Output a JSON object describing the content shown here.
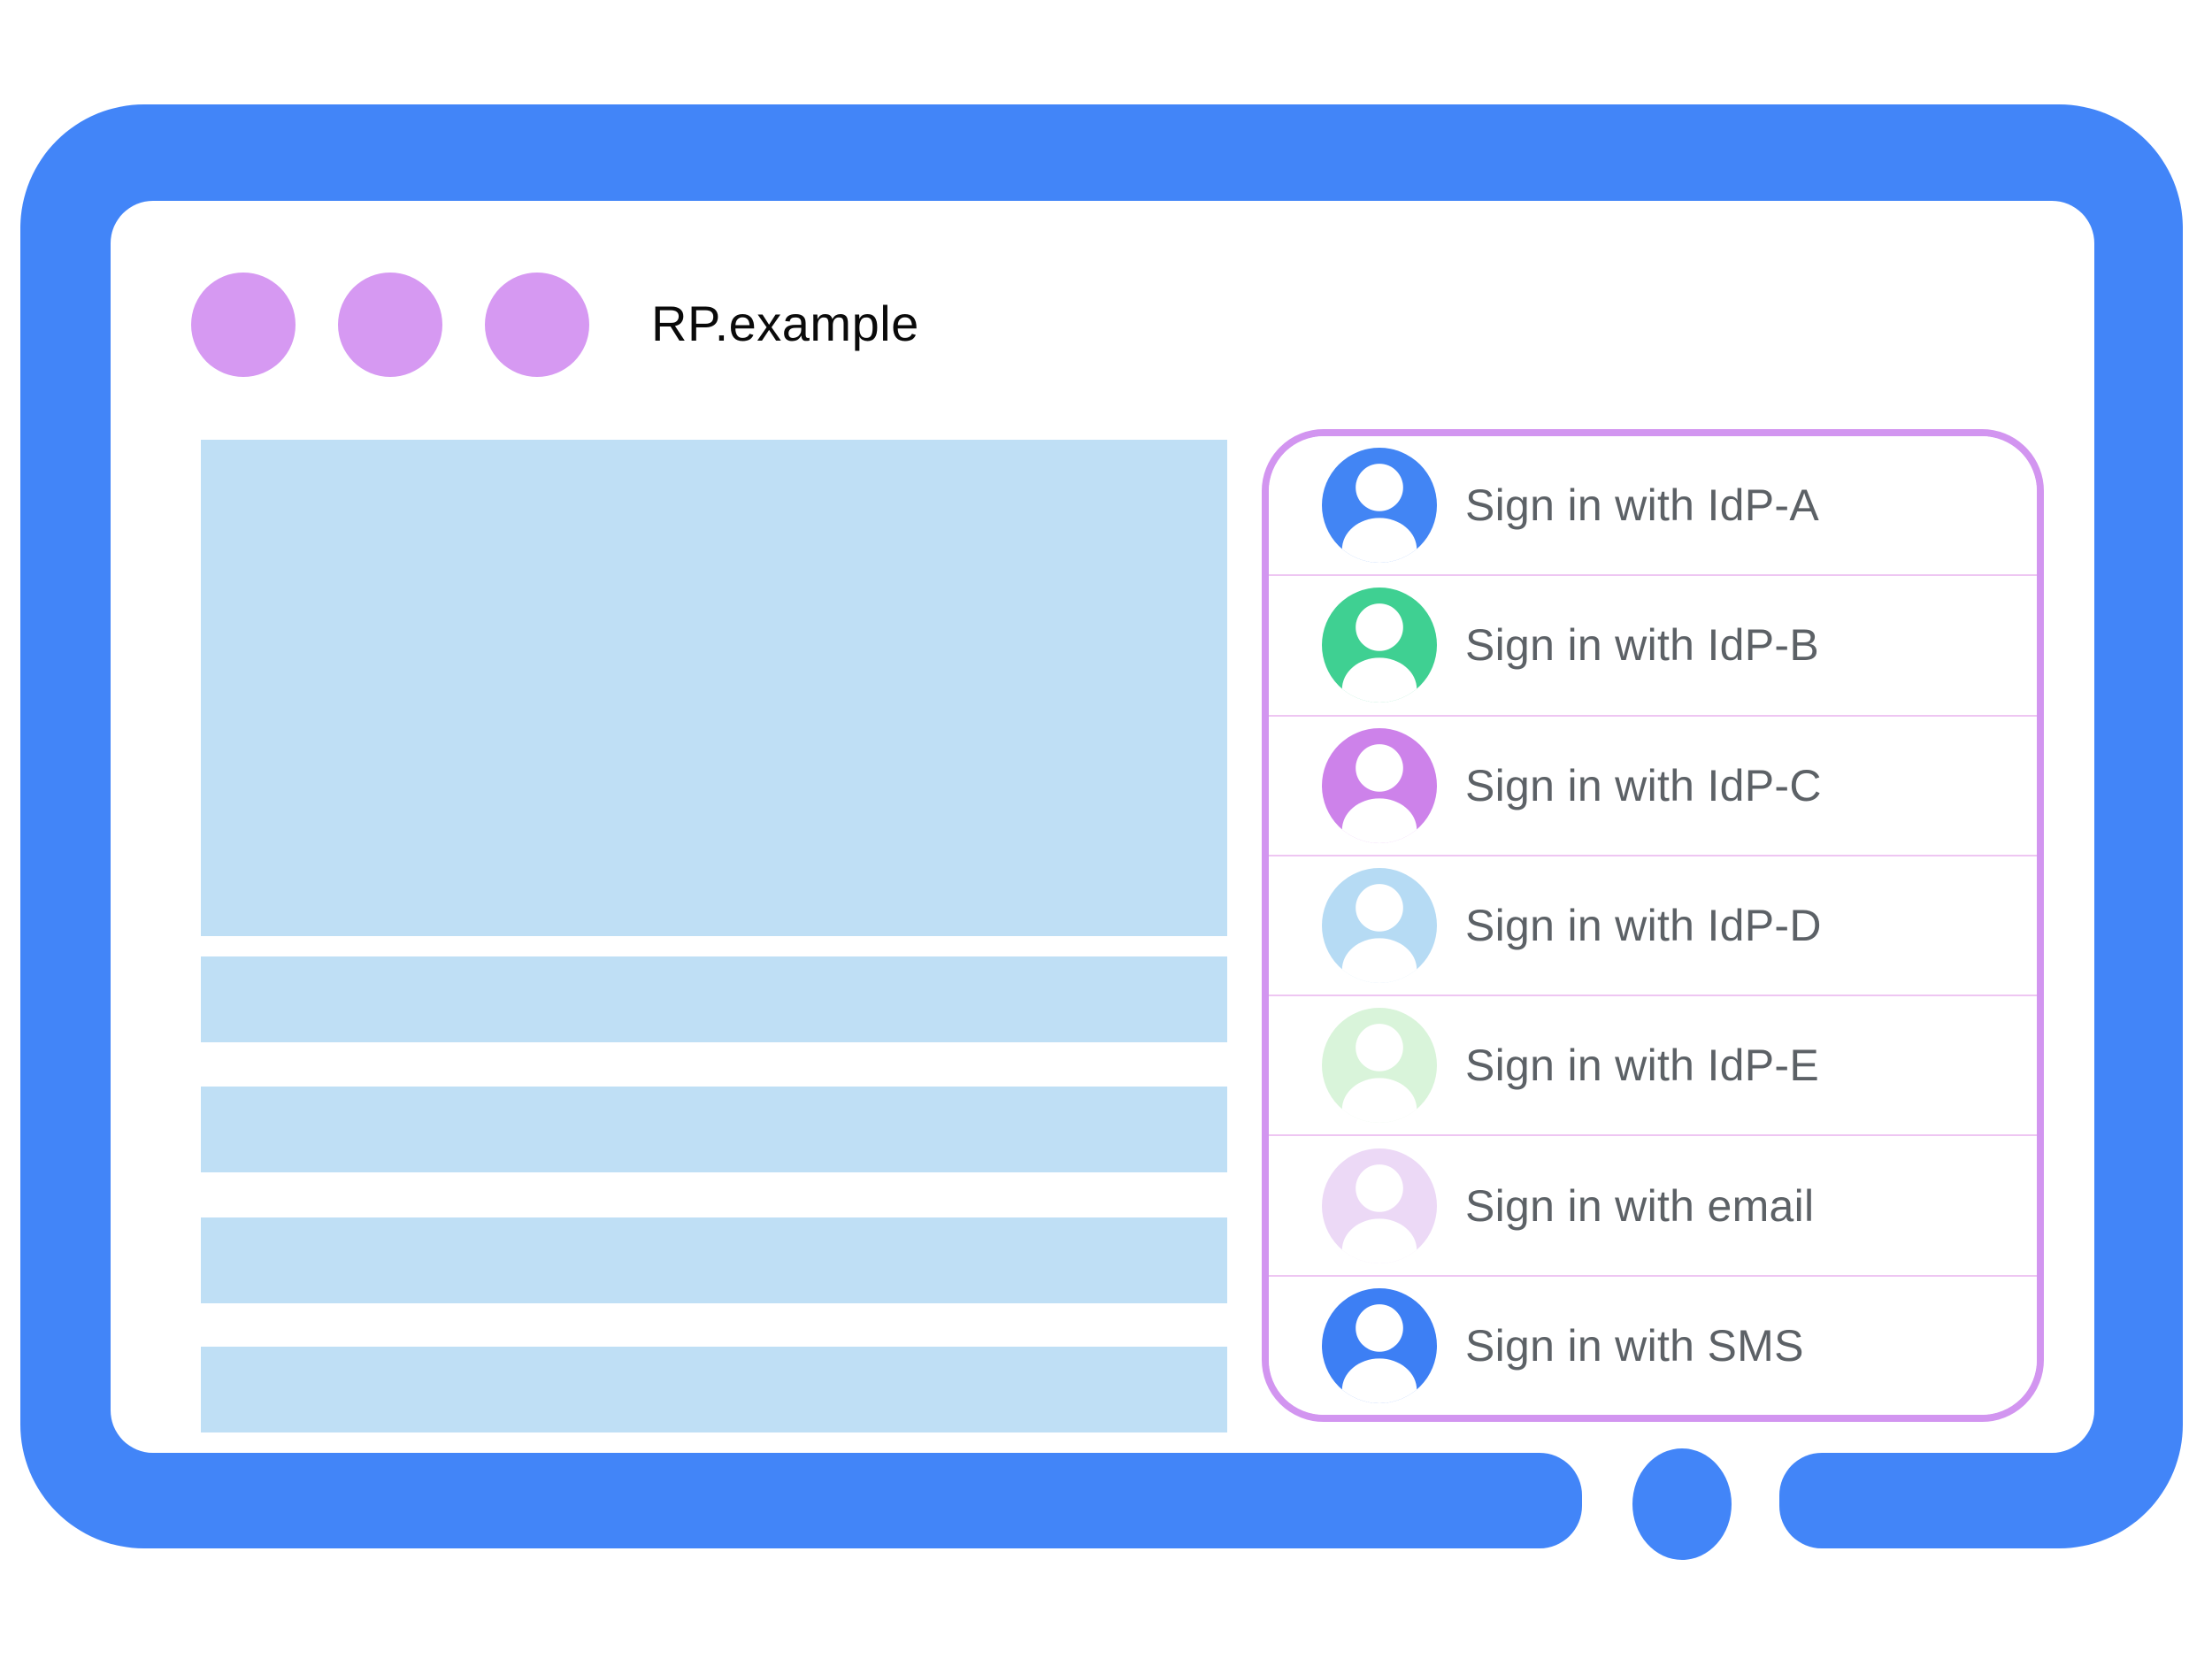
{
  "browser": {
    "site_title": "RP.example"
  },
  "signin_panel": {
    "items": [
      {
        "label": "Sign in with IdP-A",
        "icon": "person-icon",
        "avatar_color": "#4285f4"
      },
      {
        "label": "Sign in with IdP-B",
        "icon": "person-icon",
        "avatar_color": "#3fd092"
      },
      {
        "label": "Sign in with IdP-C",
        "icon": "person-icon",
        "avatar_color": "#cd82ea"
      },
      {
        "label": "Sign in with IdP-D",
        "icon": "person-icon",
        "avatar_color": "#b6dbf4"
      },
      {
        "label": "Sign in with IdP-E",
        "icon": "person-icon",
        "avatar_color": "#d9f4da"
      },
      {
        "label": "Sign in with email",
        "icon": "person-icon",
        "avatar_color": "#ecd9f6"
      },
      {
        "label": "Sign in with SMS",
        "icon": "person-icon",
        "avatar_color": "#3d7ff4"
      }
    ]
  },
  "colors": {
    "frame-blue": "#4285f8",
    "dot-purple": "#d699f2",
    "placeholder-blue": "#bfdff5",
    "panel-border": "#d295f0",
    "divider": "#eec6f2",
    "label-gray": "#5c6166"
  }
}
